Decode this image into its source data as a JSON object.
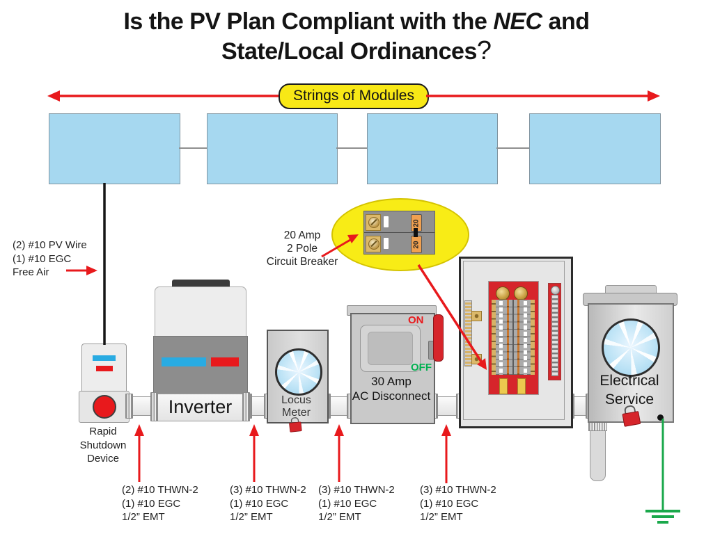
{
  "title": {
    "line1_prefix": "Is the PV Plan Compliant with the ",
    "nec": "NEC",
    "line1_suffix": " and",
    "line2": "State/Local Ordinances",
    "qmark": "?"
  },
  "banner": {
    "label": "Strings of Modules"
  },
  "callouts": {
    "pv_wire": {
      "line1": "(2) #10 PV Wire",
      "line2": "(1) #10 EGC",
      "line3": "Free Air"
    },
    "breaker": {
      "line1": "20 Amp",
      "line2": "2 Pole",
      "line3": "Circuit Breaker"
    }
  },
  "devices": {
    "rapid_shutdown": {
      "label_lines": [
        "Rapid",
        "Shutdown",
        "Device"
      ]
    },
    "inverter": {
      "label": "Inverter"
    },
    "locus_meter": {
      "label_lines": [
        "Locus",
        "Meter"
      ]
    },
    "ac_disconnect": {
      "on": "ON",
      "off": "OFF",
      "label_lines": [
        "30 Amp",
        "AC Disconnect"
      ]
    },
    "electrical_service": {
      "label_lines": [
        "Electrical",
        "Service"
      ]
    },
    "panel_breaker": {
      "rating": "20"
    }
  },
  "wire_labels": [
    {
      "line1": "(2) #10 THWN-2",
      "line2": "(1) #10 EGC",
      "line3": "1/2” EMT"
    },
    {
      "line1": "(3) #10 THWN-2",
      "line2": "(1) #10 EGC",
      "line3": "1/2” EMT"
    },
    {
      "line1": "(3) #10 THWN-2",
      "line2": "(1) #10 EGC",
      "line3": "1/2” EMT"
    },
    {
      "line1": "(3) #10 THWN-2",
      "line2": "(1) #10 EGC",
      "line3": "1/2” EMT"
    }
  ],
  "colors": {
    "arrow_red": "#e8191c",
    "module_blue": "#a6d8f0",
    "banner_yellow": "#f8e816",
    "off_green": "#00b050",
    "ground_green": "#1aa84b",
    "panel_red": "#d6252b"
  }
}
